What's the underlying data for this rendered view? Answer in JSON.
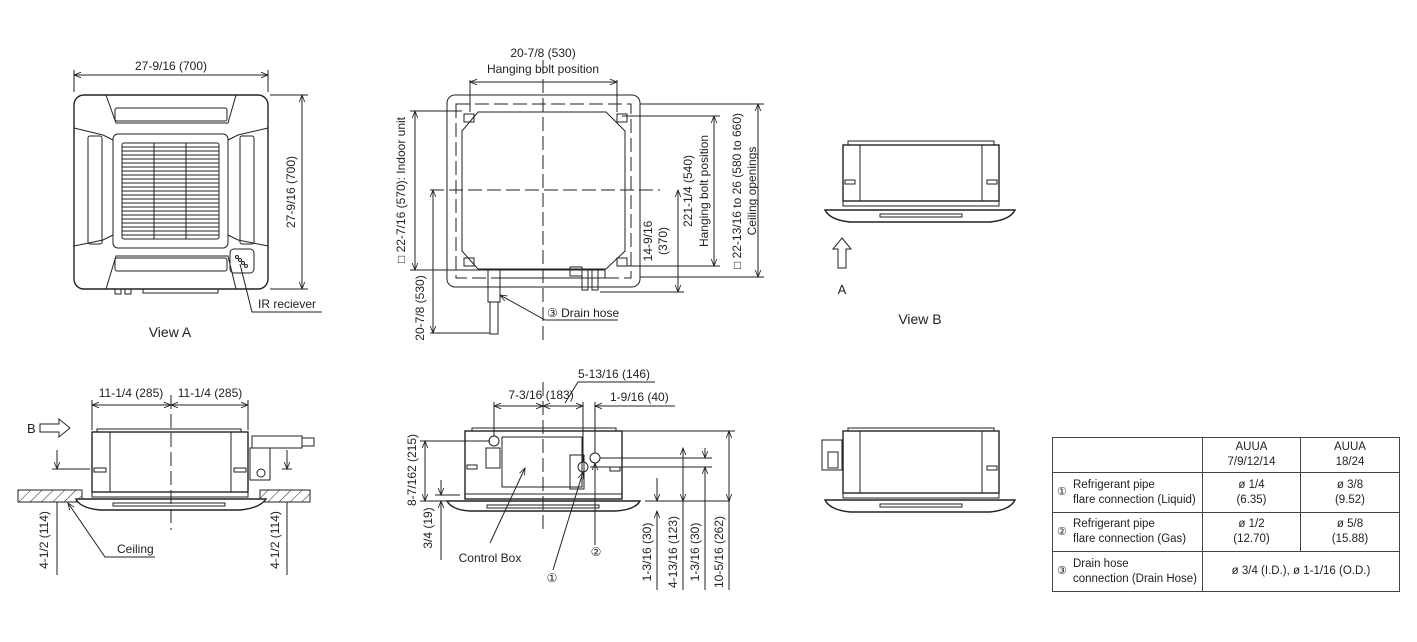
{
  "view_a": {
    "width_dim": "27-9/16 (700)",
    "height_dim": "27-9/16 (700)",
    "ir_label": "IR reciever",
    "caption": "View A"
  },
  "plan": {
    "bolt_width_dim": "20-7/8 (530)",
    "bolt_width_label": "Hanging bolt position",
    "indoor_unit_dim": "□ 22-7/16 (570): Indoor unit",
    "lower_left_dim": "20-7/8 (530)",
    "dim_370_a": "14-9/16",
    "dim_370_b": "(370)",
    "bolt_height_dim": "221-1/4 (540)",
    "bolt_height_label": "Hanging bolt position",
    "ceiling_open_dim": "□ 22-13/16 to 26 (580 to 660)",
    "ceiling_open_label": "Ceiling openings",
    "drain_label": "③ Drain hose"
  },
  "view_b": {
    "arrow_label": "A",
    "caption": "View B"
  },
  "side_left": {
    "arrow_label": "B",
    "left_dim": "11-1/4 (285)",
    "right_dim": "11-1/4 (285)",
    "left_height": "4-1/2 (114)",
    "right_height": "4-1/2 (114)",
    "ceiling_label": "Ceiling"
  },
  "side_mid": {
    "dim_183": "7-3/16 (183)",
    "dim_146": "5-13/16 (146)",
    "dim_40": "1-9/16 (40)",
    "dim_215": "8-7/162 (215)",
    "dim_19": "3/4 (19)",
    "control_box": "Control Box",
    "marker_1": "①",
    "marker_2": "②",
    "dim_30a": "1-3/16 (30)",
    "dim_123": "4-13/16 (123)",
    "dim_30b": "1-3/16 (30)",
    "dim_262": "10-5/16 (262)"
  },
  "spec_table": {
    "headers": [
      "",
      "AUUA\n7/9/12/14",
      "AUUA\n18/24"
    ],
    "header_1a": "AUUA",
    "header_1b": "7/9/12/14",
    "header_2a": "AUUA",
    "header_2b": "18/24",
    "rows": [
      {
        "num": "①",
        "label_a": "Refrigerant pipe",
        "label_b": "flare connection (Liquid)",
        "v1a": "ø 1/4",
        "v1b": "(6.35)",
        "v2a": "ø 3/8",
        "v2b": "(9.52)"
      },
      {
        "num": "②",
        "label_a": "Refrigerant pipe",
        "label_b": "flare connection (Gas)",
        "v1a": "ø 1/2",
        "v1b": "(12.70)",
        "v2a": "ø 5/8",
        "v2b": "(15.88)"
      },
      {
        "num": "③",
        "label_a": "Drain hose",
        "label_b": "connection (Drain Hose)",
        "merged": "ø 3/4 (I.D.), ø 1-1/16 (O.D.)"
      }
    ]
  }
}
